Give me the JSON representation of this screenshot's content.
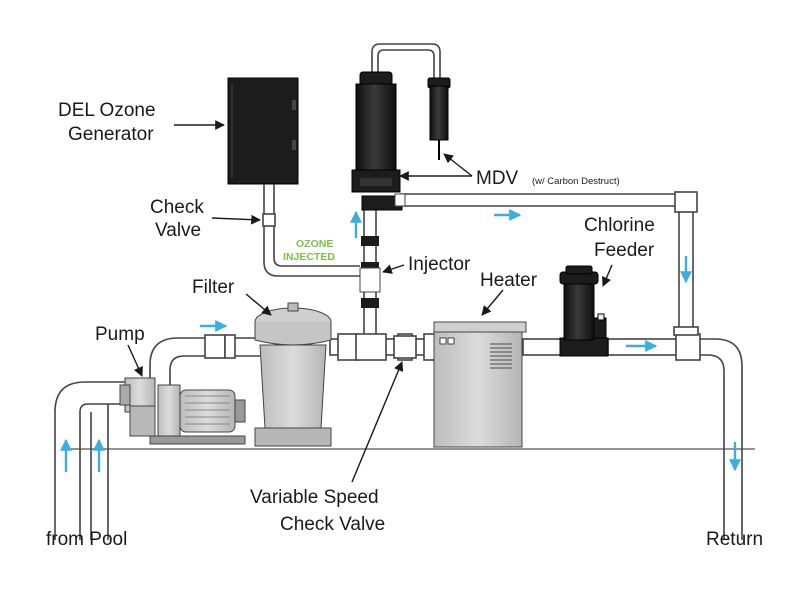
{
  "labels": {
    "ozone_generator": [
      "DEL Ozone",
      "Generator"
    ],
    "check_valve": [
      "Check",
      "Valve"
    ],
    "ozone_injected": [
      "OZONE",
      "INJECTED"
    ],
    "injector": "Injector",
    "mdv": "MDV",
    "mdv_note": "(w/ Carbon Destruct)",
    "filter": "Filter",
    "heater": "Heater",
    "chlorine_feeder": [
      "Chlorine",
      "Feeder"
    ],
    "pump": "Pump",
    "variable_speed_check_valve": [
      "Variable Speed",
      "Check Valve"
    ],
    "from_pool": "from Pool",
    "return": "Return"
  },
  "colors": {
    "flow_arrow": "#3aaee0",
    "ozone_label": "#7cc242",
    "equipment_dark": "#1c1c1c",
    "equipment_gray": "#c8c8c8",
    "pipe_outline": "#444444"
  }
}
